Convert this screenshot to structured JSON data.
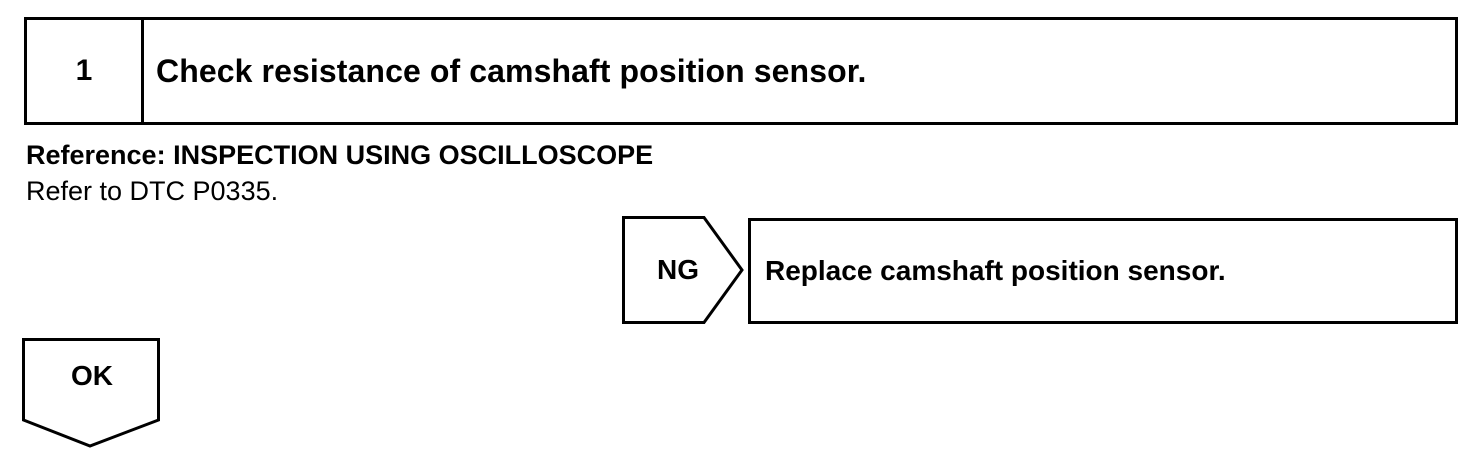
{
  "step": {
    "number": "1",
    "title": "Check resistance of camshaft position sensor."
  },
  "reference": {
    "heading": "Reference: INSPECTION USING OSCILLOSCOPE",
    "text": "Refer to DTC P0335."
  },
  "ng_branch": {
    "label": "NG",
    "action": "Replace camshaft position sensor."
  },
  "ok_branch": {
    "label": "OK"
  }
}
